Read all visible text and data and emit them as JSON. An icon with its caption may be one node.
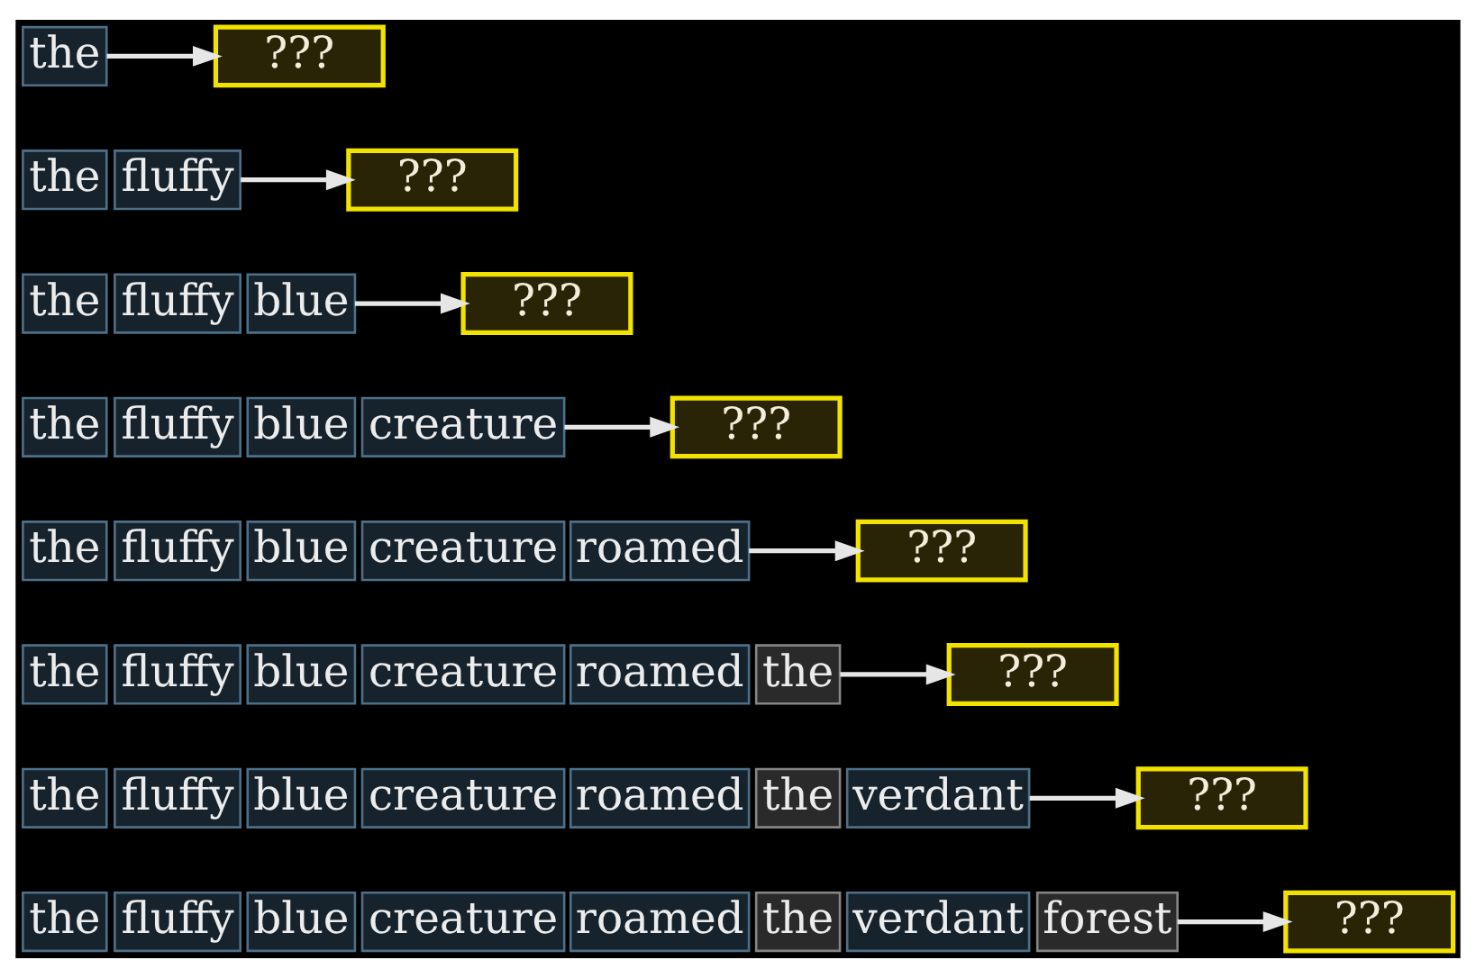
{
  "diagram": {
    "nodes": [
      {
        "text": [
          "the"
        ]
      },
      {
        "text": [
          "???"
        ]
      },
      {
        "text": [
          "the"
        ]
      },
      {
        "text": [
          "fluffy"
        ]
      },
      {
        "text": [
          "???"
        ]
      },
      {
        "text": [
          "the"
        ]
      },
      {
        "text": [
          "fluffy"
        ]
      },
      {
        "text": [
          "blue"
        ]
      },
      {
        "text": [
          "???"
        ]
      },
      {
        "text": [
          "the"
        ]
      },
      {
        "text": [
          "fluffy"
        ]
      },
      {
        "text": [
          "blue"
        ]
      },
      {
        "text": [
          "creature"
        ]
      },
      {
        "text": [
          "???"
        ]
      },
      {
        "text": [
          "the"
        ]
      },
      {
        "text": [
          "fluffy"
        ]
      },
      {
        "text": [
          "blue"
        ]
      },
      {
        "text": [
          "creature"
        ]
      },
      {
        "text": [
          "roamed"
        ]
      },
      {
        "text": [
          "???"
        ]
      },
      {
        "text": [
          "the"
        ]
      },
      {
        "text": [
          "fluffy"
        ]
      },
      {
        "text": [
          "blue"
        ]
      },
      {
        "text": [
          "creature"
        ]
      },
      {
        "text": [
          "roamed"
        ]
      },
      {
        "text": [
          "the"
        ]
      },
      {
        "text": [
          "???"
        ]
      },
      {
        "text": [
          "the"
        ]
      },
      {
        "text": [
          "fluffy"
        ]
      },
      {
        "text": [
          "blue"
        ]
      },
      {
        "text": [
          "creature"
        ]
      },
      {
        "text": [
          "roamed"
        ]
      },
      {
        "text": [
          "the"
        ]
      },
      {
        "text": [
          "verdant"
        ]
      },
      {
        "text": [
          "???"
        ]
      },
      {
        "text": [
          "the"
        ]
      },
      {
        "text": [
          "fluffy"
        ]
      },
      {
        "text": [
          "blue"
        ]
      },
      {
        "text": [
          "creature"
        ]
      },
      {
        "text": [
          "roamed"
        ]
      },
      {
        "text": [
          "the"
        ]
      },
      {
        "text": [
          "verdant"
        ]
      },
      {
        "text": [
          "forest"
        ]
      },
      {
        "text": [
          "???"
        ]
      }
    ],
    "edges": [
      {
        "from": 0,
        "to": 1,
        "arrow": "to"
      },
      {
        "from": 3,
        "to": 4,
        "arrow": "to"
      },
      {
        "from": 7,
        "to": 8,
        "arrow": "to"
      },
      {
        "from": 12,
        "to": 13,
        "arrow": "to"
      },
      {
        "from": 18,
        "to": 19,
        "arrow": "to"
      },
      {
        "from": 25,
        "to": 26,
        "arrow": "to"
      },
      {
        "from": 33,
        "to": 34,
        "arrow": "to"
      },
      {
        "from": 42,
        "to": 43,
        "arrow": "to"
      }
    ]
  }
}
